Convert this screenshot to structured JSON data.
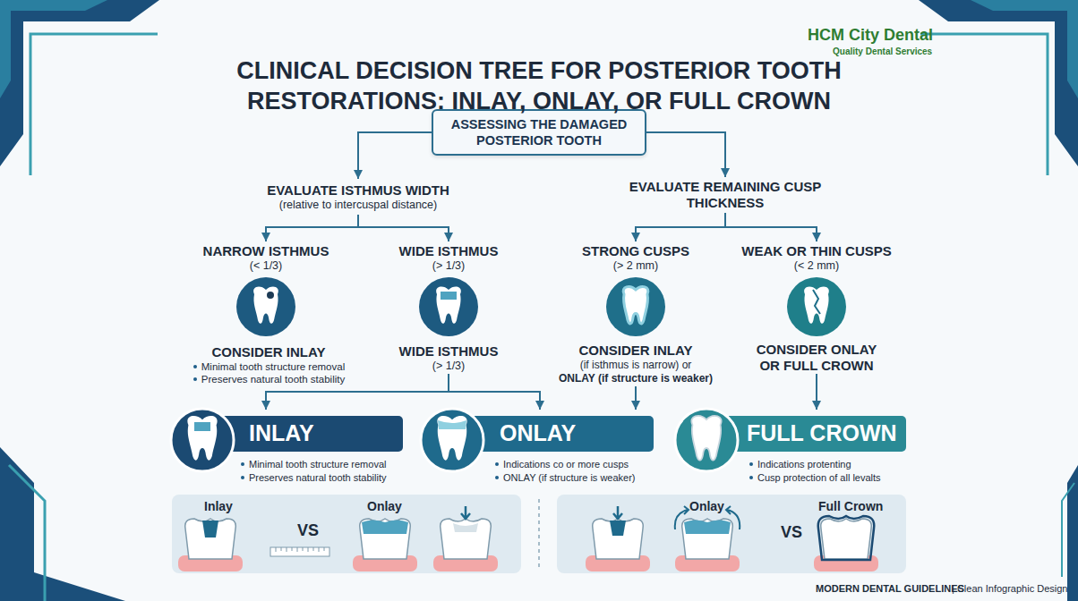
{
  "diagram": {
    "title": "CLINICAL DECISION TREE FOR POSTERIOR TOOTH RESTORATIONS: INLAY, ONLAY, OR FULL CROWN",
    "nodes": [
      {
        "text": [
          "ASSESSING THE DAMAGED POSTERIOR TOOTH"
        ]
      },
      {
        "text": [
          "EVALUATE ISTHMUS WIDTH",
          "(relative to intercuspal distance)"
        ]
      },
      {
        "text": [
          "EVALUATE REMAINING CUSP THICKNESS"
        ]
      },
      {
        "text": [
          "NARROW ISTHMUS",
          "(< 1/3)"
        ]
      },
      {
        "text": [
          "WIDE ISTHMUS",
          "(> 1/3)"
        ]
      },
      {
        "text": [
          "STRONG CUSPS",
          "(> 2 mm)"
        ]
      },
      {
        "text": [
          "WEAK OR THIN CUSPS",
          "(< 2 mm)"
        ]
      },
      {
        "text": [
          "CONSIDER INLAY",
          "Minimal tooth structure removal",
          "Preserves natural tooth stability"
        ]
      },
      {
        "text": [
          "WIDE ISTHMUS",
          "(> 1/3)"
        ]
      },
      {
        "text": [
          "CONSIDER INLAY",
          "(if isthmus is narrow) or",
          "ONLAY (if structure is weaker)"
        ]
      },
      {
        "text": [
          "CONSIDER ONLAY OR FULL CROWN"
        ]
      },
      {
        "text": [
          "INLAY",
          "Minimal tooth structure removal",
          "Preserves natural tooth stability"
        ]
      },
      {
        "text": [
          "ONLAY",
          "Indications co or more cusps",
          "ONLAY (if structure is weaker)"
        ]
      },
      {
        "text": [
          "FULL CROWN",
          "Indications protenting",
          "Cusp protection of all levalts"
        ]
      },
      {
        "text": [
          "Inlay",
          "VS",
          "Onlay"
        ]
      },
      {
        "text": [
          "Onlay",
          "VS",
          "Full Crown"
        ]
      }
    ],
    "edges": [
      {
        "from": 0,
        "to": 1,
        "arrow": "to"
      },
      {
        "from": 0,
        "to": 2,
        "arrow": "to"
      },
      {
        "from": 1,
        "to": 3,
        "arrow": "to"
      },
      {
        "from": 1,
        "to": 4,
        "arrow": "to"
      },
      {
        "from": 2,
        "to": 5,
        "arrow": "to"
      },
      {
        "from": 2,
        "to": 6,
        "arrow": "to"
      },
      {
        "from": 8,
        "to": 11,
        "arrow": "to"
      },
      {
        "from": 8,
        "to": 12,
        "arrow": "to"
      },
      {
        "from": 9,
        "to": 12,
        "arrow": "to"
      },
      {
        "from": 10,
        "to": 13,
        "arrow": "to"
      }
    ],
    "labels": [
      "HCM City Dental",
      "Quality Dental Services",
      "MODERN DENTAL GUIDELINES",
      "| Clean Infographic Design"
    ]
  }
}
